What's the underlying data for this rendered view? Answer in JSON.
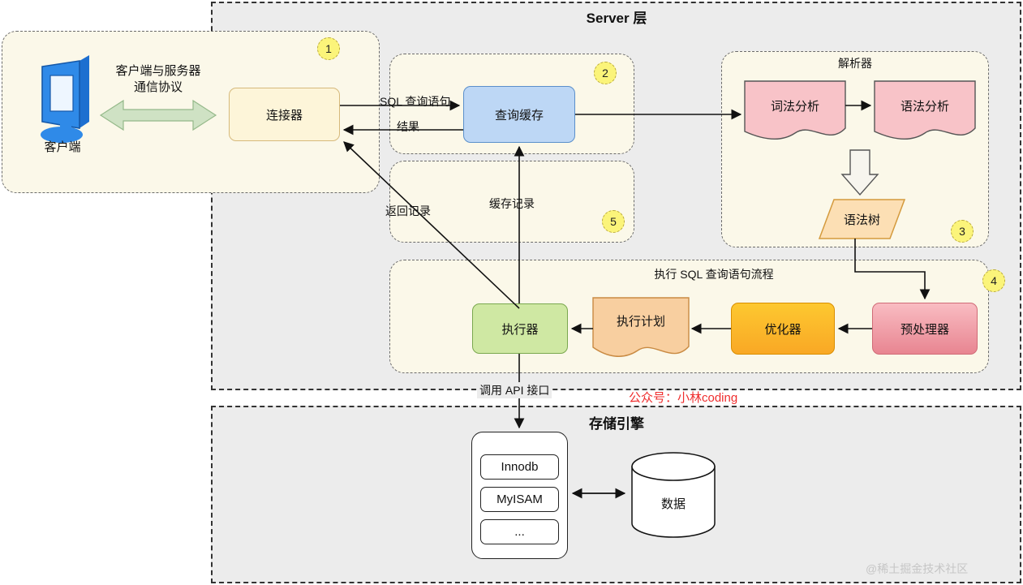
{
  "layers": {
    "server": {
      "title": "Server 层"
    },
    "storage": {
      "title": "存储引擎"
    }
  },
  "client_area": {
    "client_label": "客户端",
    "protocol_label_line1": "客户端与服务器",
    "protocol_label_line2": "通信协议",
    "connector": "连接器",
    "badge": "1"
  },
  "query_cache_group": {
    "node": "查询缓存",
    "badge": "2"
  },
  "cache_record_group": {
    "label": "缓存记录",
    "badge": "5"
  },
  "parser_group": {
    "title": "解析器",
    "lexical": "词法分析",
    "syntax": "语法分析",
    "syntax_tree": "语法树",
    "badge": "3"
  },
  "exec_group": {
    "title": "执行 SQL 查询语句流程",
    "executor": "执行器",
    "exec_plan": "执行计划",
    "optimizer": "优化器",
    "preprocessor": "预处理器",
    "badge": "4"
  },
  "edges": {
    "sql_query": "SQL 查询语句",
    "result": "结果",
    "return_record": "返回记录",
    "call_api": "调用 API 接口"
  },
  "storage": {
    "engines": [
      "Innodb",
      "MyISAM",
      "..."
    ],
    "data_label": "数据"
  },
  "promo": "公众号：小林coding",
  "watermark": "@稀土掘金技术社区",
  "colors": {
    "layer_bg": "#ececec",
    "group_bg": "#fbf8e9",
    "connector": "#fdf5d9",
    "query_cache": "#bdd7f5",
    "executor": "#cfe8a3",
    "exec_plan": "#f8cfa0",
    "optimizer": "#f9a825",
    "preprocessor": "#e88591",
    "parser_node": "#f8c3c8",
    "syntax_tree": "#fcdfb4",
    "badge": "#fbf47a",
    "promo_red": "#ef2d2d",
    "arrow_green": "#cfe2c4"
  }
}
